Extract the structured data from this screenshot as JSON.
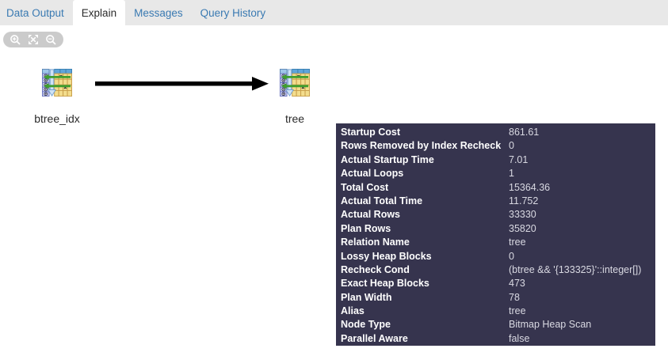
{
  "tabs": [
    {
      "label": "Data Output",
      "active": false
    },
    {
      "label": "Explain",
      "active": true
    },
    {
      "label": "Messages",
      "active": false
    },
    {
      "label": "Query History",
      "active": false
    }
  ],
  "toolbar": {
    "buttons": [
      {
        "name": "zoom-in"
      },
      {
        "name": "zoom-to-fit"
      },
      {
        "name": "zoom-out"
      }
    ]
  },
  "diagram": {
    "nodes": [
      {
        "label": "btree_idx"
      },
      {
        "label": "tree"
      }
    ],
    "edge": {
      "from": "btree_idx",
      "to": "tree"
    }
  },
  "tooltip": {
    "rows": [
      {
        "label": "Startup Cost",
        "value": "861.61"
      },
      {
        "label": "Rows Removed by Index Recheck",
        "value": "0"
      },
      {
        "label": "Actual Startup Time",
        "value": "7.01"
      },
      {
        "label": "Actual Loops",
        "value": "1"
      },
      {
        "label": "Total Cost",
        "value": "15364.36"
      },
      {
        "label": "Actual Total Time",
        "value": "11.752"
      },
      {
        "label": "Actual Rows",
        "value": "33330"
      },
      {
        "label": "Plan Rows",
        "value": "35820"
      },
      {
        "label": "Relation Name",
        "value": "tree"
      },
      {
        "label": "Lossy Heap Blocks",
        "value": "0"
      },
      {
        "label": "Recheck Cond",
        "value": "(btree && '{133325}'::integer[])"
      },
      {
        "label": "Exact Heap Blocks",
        "value": "473"
      },
      {
        "label": "Plan Width",
        "value": "78"
      },
      {
        "label": "Alias",
        "value": "tree"
      },
      {
        "label": "Node Type",
        "value": "Bitmap Heap Scan"
      },
      {
        "label": "Parallel Aware",
        "value": "false"
      }
    ]
  },
  "colors": {
    "tooltip_bg": "#36344e",
    "tab_link_blue": "#3a7ab2",
    "tabbar_bg": "#e8e8e8",
    "toolbar_pill": "#cbcbcb",
    "arrow": "#000000"
  }
}
